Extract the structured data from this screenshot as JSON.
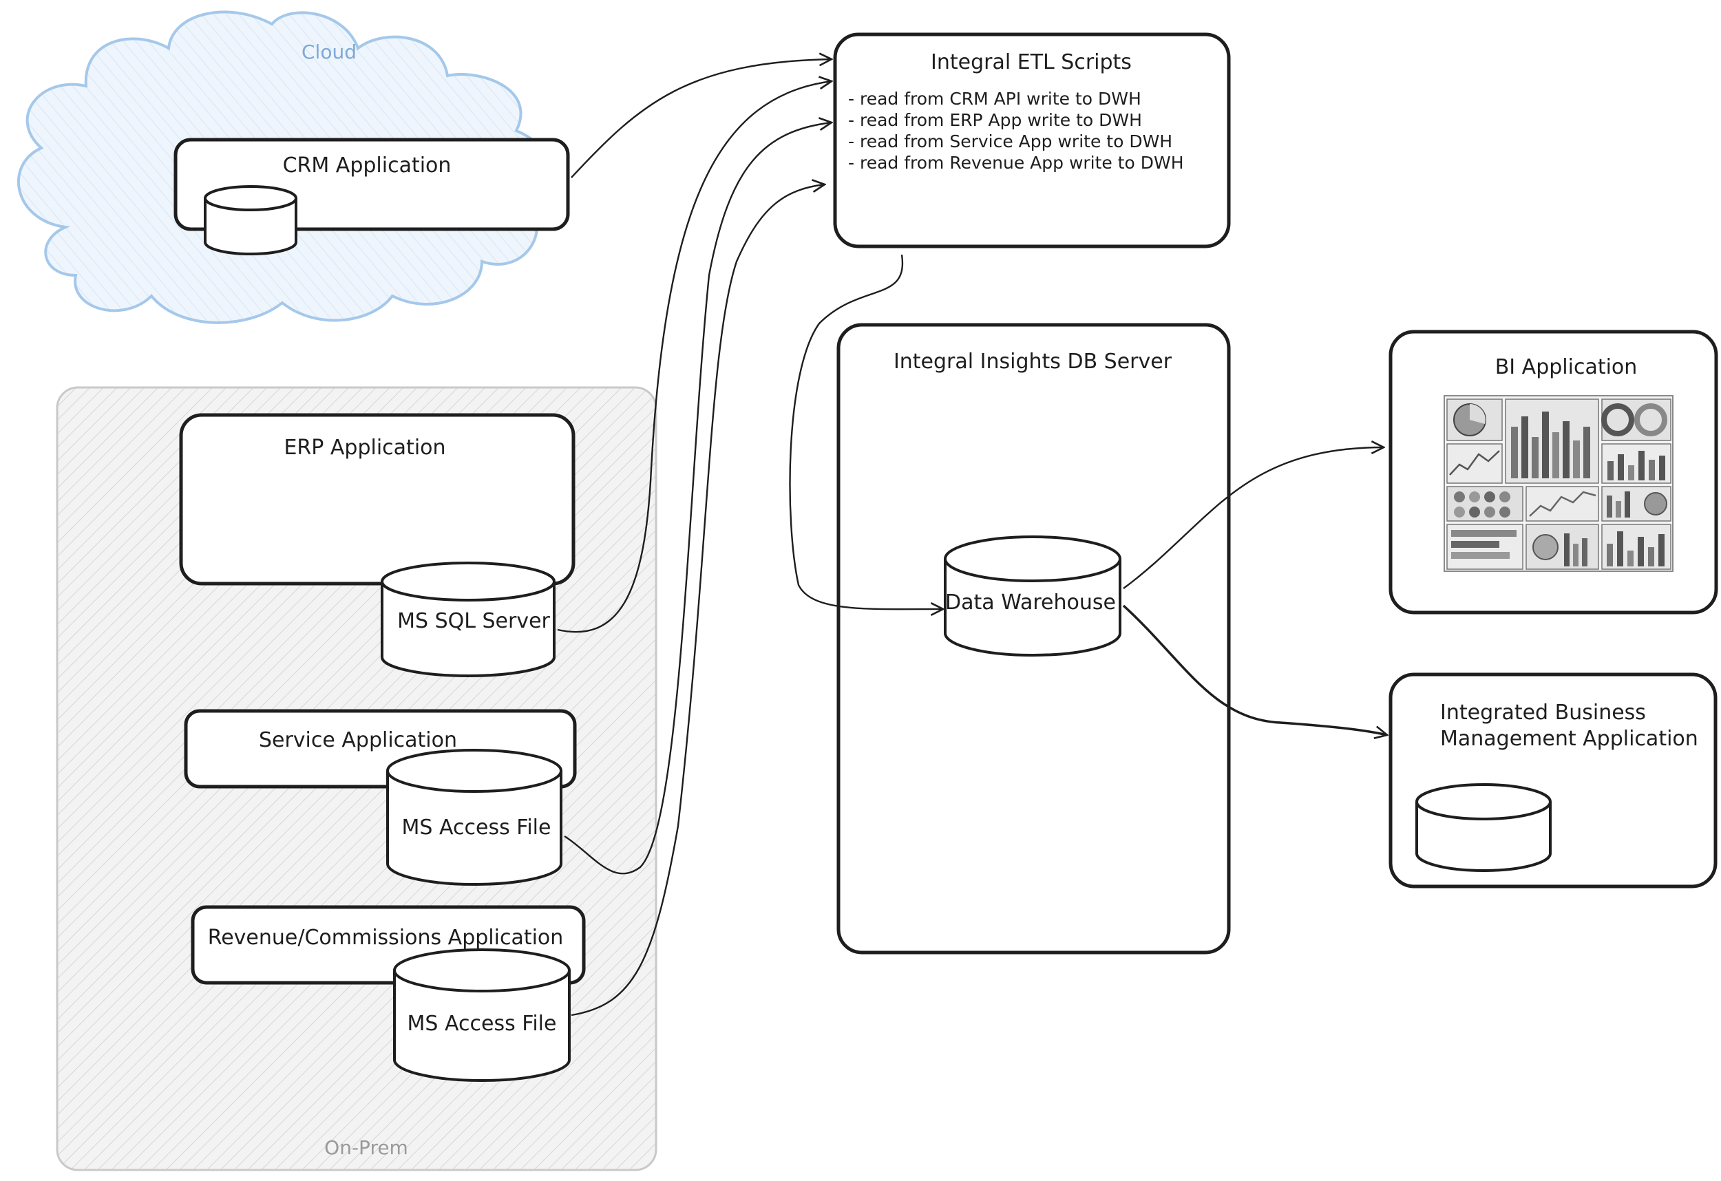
{
  "groups": {
    "cloud": "Cloud",
    "on_prem": "On-Prem"
  },
  "nodes": {
    "crm_app": "CRM Application",
    "erp_app": "ERP Application",
    "erp_db": "MS SQL Server",
    "service_app": "Service Application",
    "service_db": "MS Access File",
    "revenue_app": "Revenue/Commissions Application",
    "revenue_db": "MS Access File",
    "etl": {
      "title": "Integral ETL Scripts",
      "lines": [
        "- read from CRM API write to DWH",
        "- read from ERP App write to DWH",
        "- read from Service App write to DWH",
        "- read from Revenue App write to DWH"
      ]
    },
    "db_server": "Integral Insights DB Server",
    "dwh": "Data Warehouse",
    "bi_app": "BI Application",
    "ibm_app": {
      "line1": "Integrated Business",
      "line2": "Management Application"
    }
  },
  "edges": [
    {
      "from": "crm_app",
      "to": "etl"
    },
    {
      "from": "erp_db",
      "to": "etl"
    },
    {
      "from": "service_db",
      "to": "etl"
    },
    {
      "from": "revenue_db",
      "to": "etl"
    },
    {
      "from": "etl",
      "to": "dwh"
    },
    {
      "from": "dwh",
      "to": "bi_app"
    },
    {
      "from": "dwh",
      "to": "ibm_app"
    }
  ],
  "colors": {
    "stroke": "#1e1e1e",
    "cloud_stroke": "#a5c8ea",
    "cloud_fill": "#e8f1fb",
    "onprem_stroke": "#c9c9c9",
    "onprem_fill": "#f1f1f1"
  },
  "icons": {
    "bi_dashboard": "dashboard-thumbnail-icon"
  }
}
